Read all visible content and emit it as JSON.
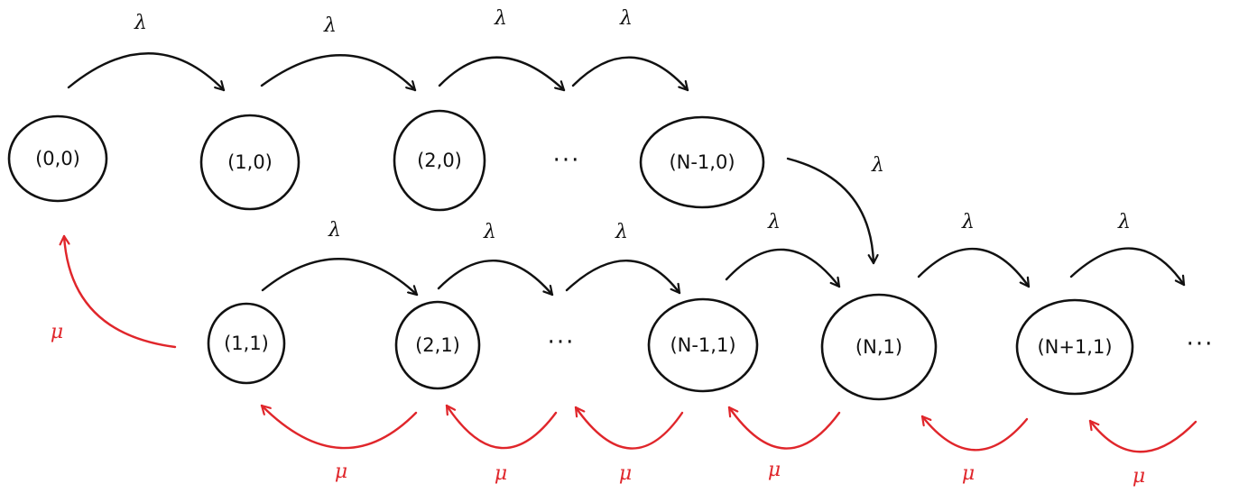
{
  "colors": {
    "arrival": "#111111",
    "service": "#e0262b"
  },
  "states": {
    "s00": "(0,0)",
    "s10": "(1,0)",
    "s20": "(2,0)",
    "sN10": "(N-1,0)",
    "s11": "(1,1)",
    "s21": "(2,1)",
    "sN11": "(N-1,1)",
    "sN1": "(N,1)",
    "sNp11": "(N+1,1)"
  },
  "ellipsis": "···",
  "rates": {
    "arrival": "λ",
    "service": "μ"
  }
}
